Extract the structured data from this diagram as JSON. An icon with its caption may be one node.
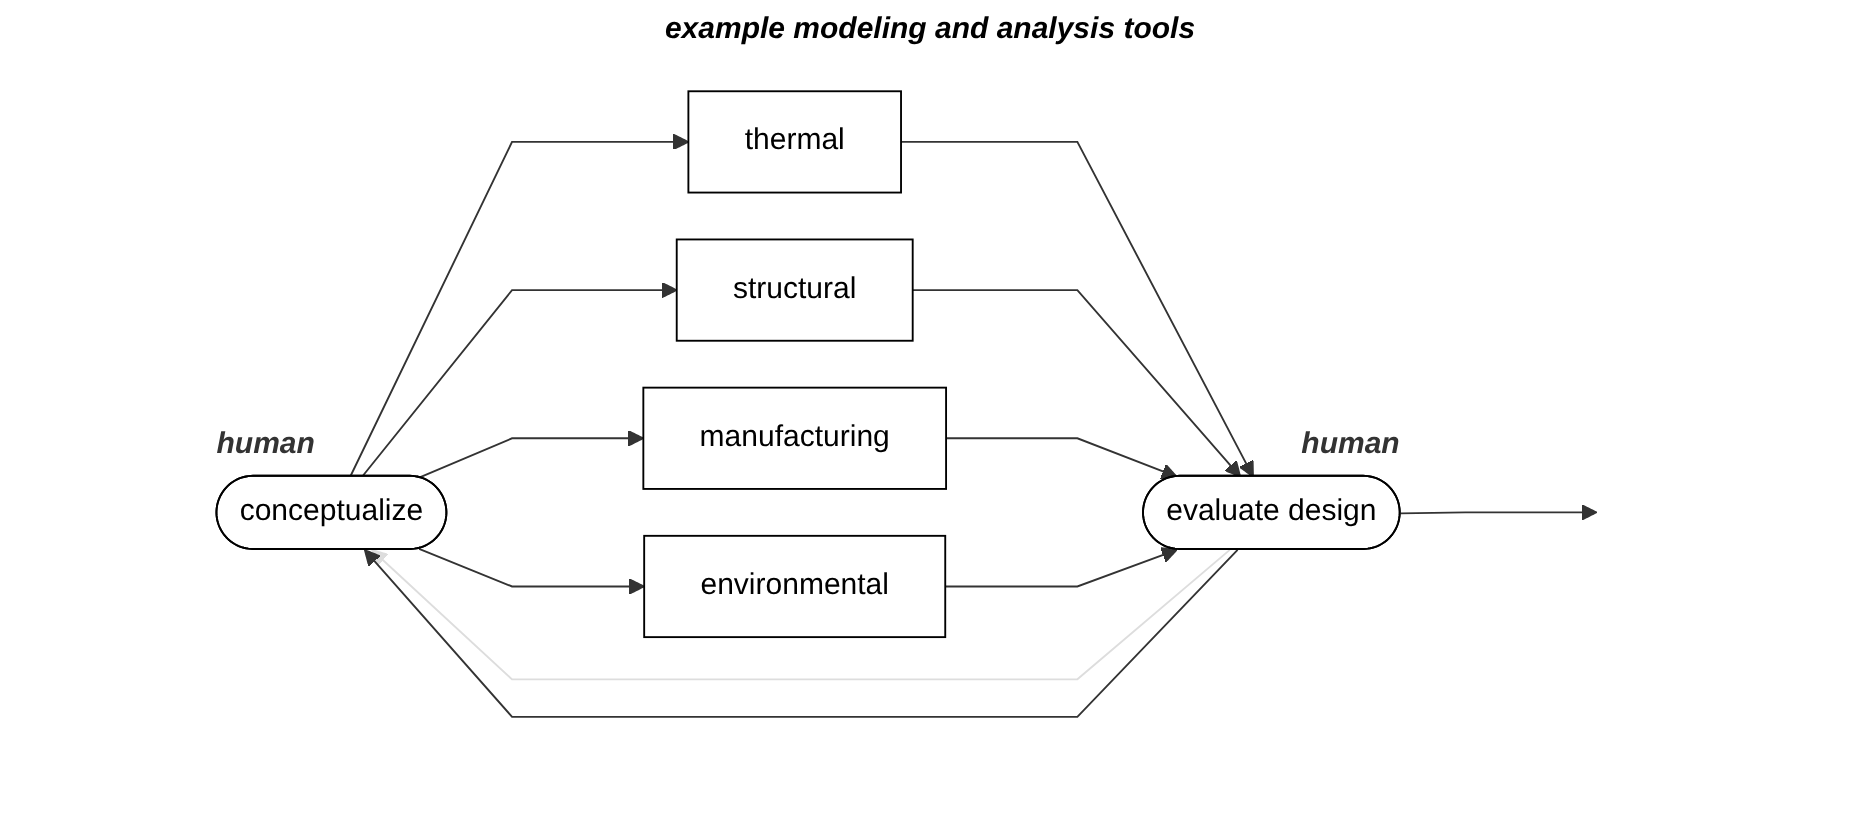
{
  "diagram": {
    "title": "example modeling and analysis tools",
    "nodes": [
      {
        "text": [
          "conceptualize"
        ],
        "beside": [
          "human"
        ]
      },
      {
        "text": [
          "thermal"
        ]
      },
      {
        "text": [
          "structural"
        ]
      },
      {
        "text": [
          "manufacturing"
        ]
      },
      {
        "text": [
          "environmental"
        ]
      },
      {
        "text": [
          "evaluate design"
        ],
        "beside": [
          "human"
        ]
      }
    ],
    "edges": [
      {
        "from": 0,
        "to": 1,
        "arrow": "to"
      },
      {
        "from": 0,
        "to": 2,
        "arrow": "to"
      },
      {
        "from": 0,
        "to": 3,
        "arrow": "to"
      },
      {
        "from": 0,
        "to": 4,
        "arrow": "to"
      },
      {
        "from": 1,
        "to": 5,
        "arrow": "to"
      },
      {
        "from": 2,
        "to": 5,
        "arrow": "to"
      },
      {
        "from": 3,
        "to": 5,
        "arrow": "to"
      },
      {
        "from": 4,
        "to": 5,
        "arrow": "to"
      },
      {
        "from": 5,
        "to": null,
        "arrow": "to"
      },
      {
        "from": 5,
        "to": 0,
        "arrow": "to",
        "color": "#dddddd"
      },
      {
        "from": 5,
        "to": 0,
        "arrow": "to"
      }
    ]
  }
}
